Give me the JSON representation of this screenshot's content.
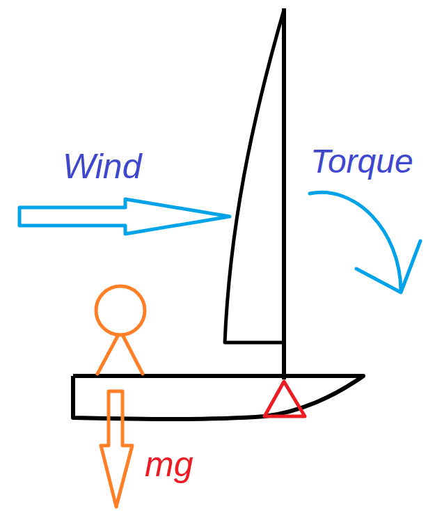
{
  "diagram": {
    "labels": [
      "Wind",
      "Torque",
      "mg"
    ]
  }
}
